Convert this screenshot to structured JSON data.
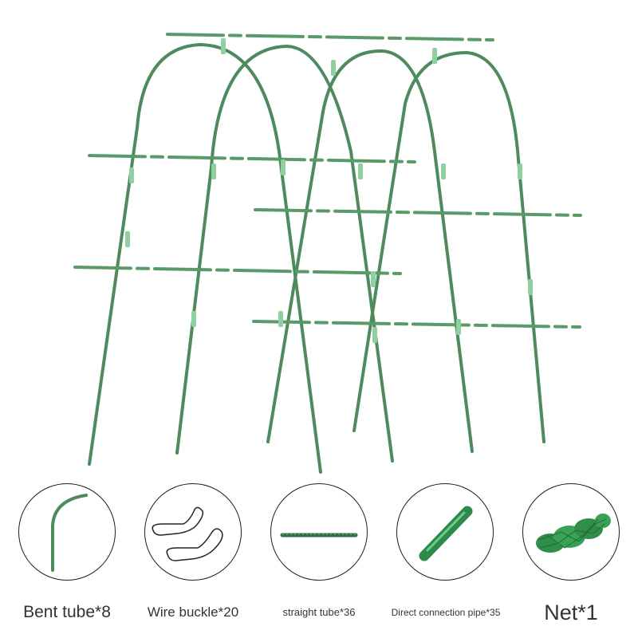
{
  "product": {
    "accent_color": "#3f9e62",
    "pole_color": "#4a8a5c",
    "parts": [
      {
        "icon": "bent-tube-icon",
        "label": "Bent tube*8"
      },
      {
        "icon": "wire-buckle-icon",
        "label": "Wire buckle*20"
      },
      {
        "icon": "straight-tube-icon",
        "label": "straight tube*36"
      },
      {
        "icon": "connection-pipe-icon",
        "label": "Direct connection pipe*35"
      },
      {
        "icon": "net-icon",
        "label": "Net*1"
      }
    ]
  }
}
